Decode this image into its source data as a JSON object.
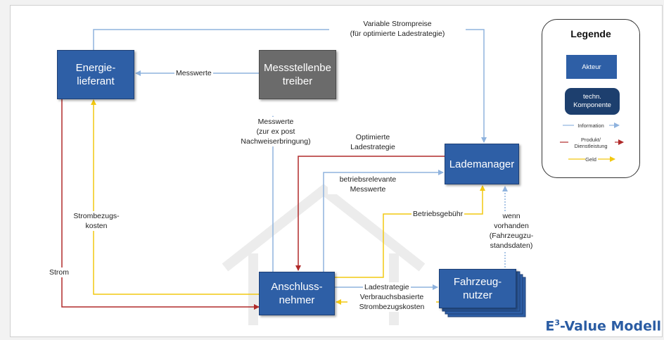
{
  "actors": {
    "energie": "Energie-\nlieferant",
    "messstelle": "Messstellenbe\ntreiber",
    "lademanager": "Lademanager",
    "anschluss": "Anschluss-\nnehmer",
    "fahrzeug": "Fahrzeug-\nnutzer"
  },
  "flows": {
    "variable_strompreise": "Variable Strompreise\n(für optimierte Ladestrategie)",
    "messwerte_top": "Messwerte",
    "messwerte_ex_post": "Messwerte\n(zur ex post\nNachweiserbringung)",
    "optimierte_ladestrategie": "Optimierte\nLadestrategie",
    "betriebsrelevante": "betriebsrelevante\nMesswerte",
    "betriebsgebuehr": "Betriebsgebühr",
    "wenn_vorhanden": "wenn\nvorhanden\n(Fahrzeugzu-\nstandsdaten)",
    "strombezugskosten": "Strombezugs-\nkosten",
    "strom": "Strom",
    "ladestrategie": "Ladestrategie",
    "verbrauchsbasierte": "Verbrauchsbasierte\nStrombezugskosten"
  },
  "legend": {
    "title": "Legende",
    "akteur": "Akteur",
    "komponente": "techn.\nKomponente",
    "information": "Information",
    "produkt": "Produkt/\nDienstleistung",
    "geld": "Geld"
  },
  "title_main": "E",
  "title_sup": "3",
  "title_rest": "-Value Modell",
  "colors": {
    "actor": "#2e5fa6",
    "component": "#6b6b6b",
    "information": "#8fb3de",
    "product": "#b02a2a",
    "money": "#f2c811",
    "title": "#2a5ca3"
  }
}
